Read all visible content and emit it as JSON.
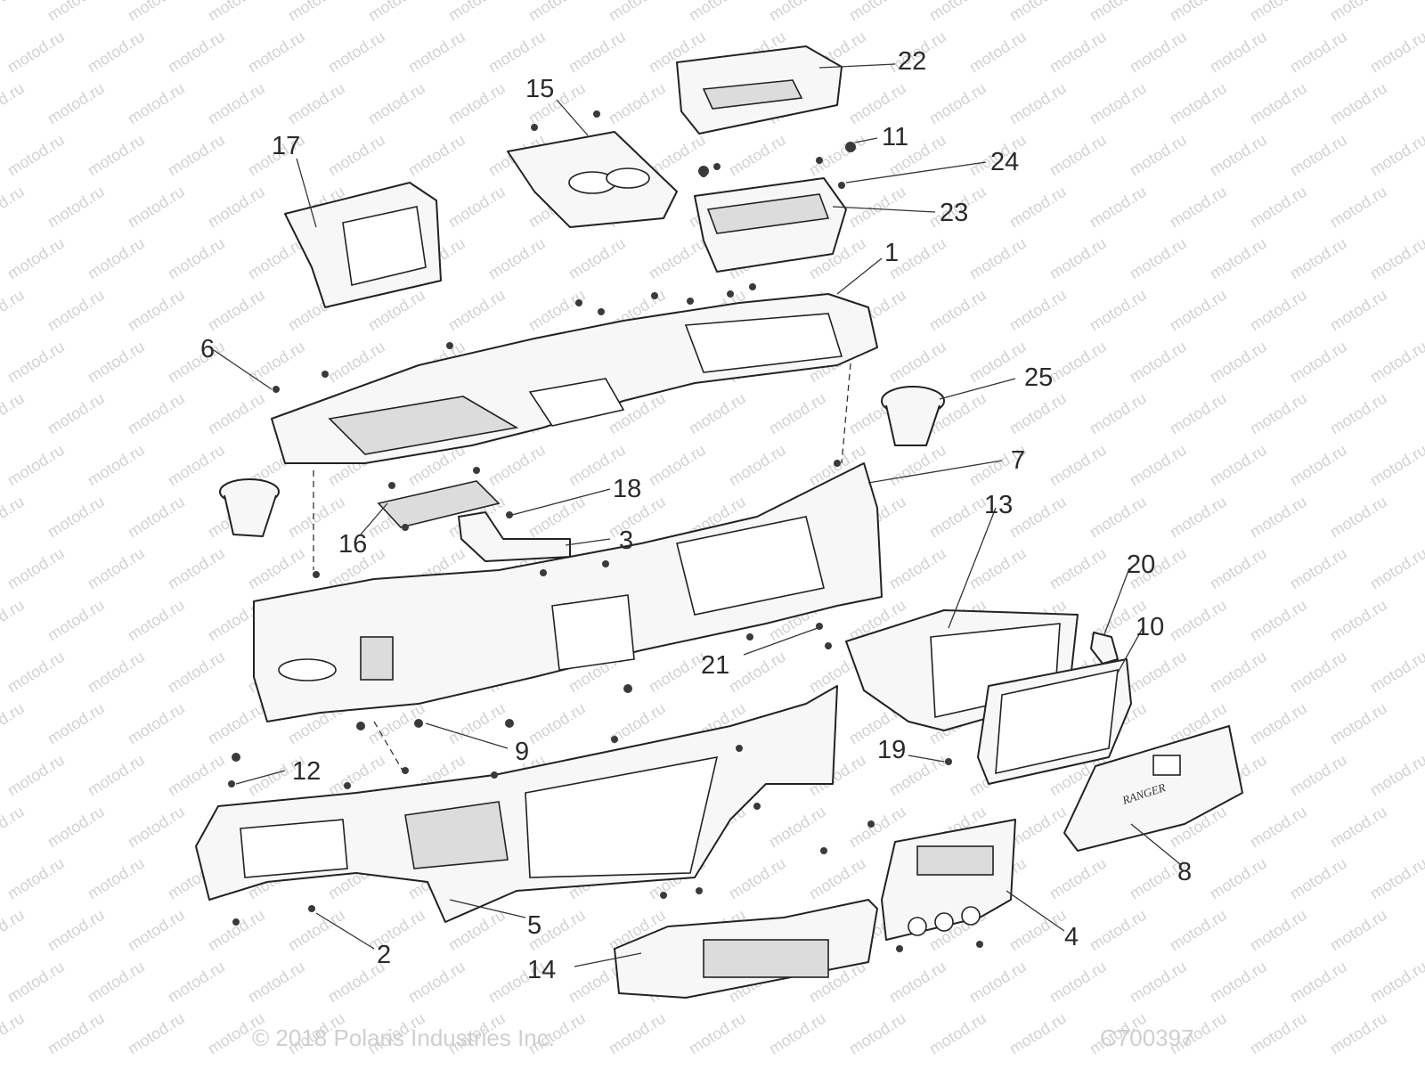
{
  "watermark": "motod.ru",
  "callouts": [
    "22",
    "15",
    "11",
    "17",
    "24",
    "23",
    "1",
    "6",
    "25",
    "7",
    "18",
    "13",
    "16",
    "3",
    "20",
    "10",
    "21",
    "9",
    "19",
    "12",
    "8",
    "5",
    "2",
    "4",
    "14"
  ],
  "footer": {
    "copyright": "© 2018 Polaris Industries Inc.",
    "diagram_id": "C700397"
  },
  "glovebox_logo": "RANGER"
}
